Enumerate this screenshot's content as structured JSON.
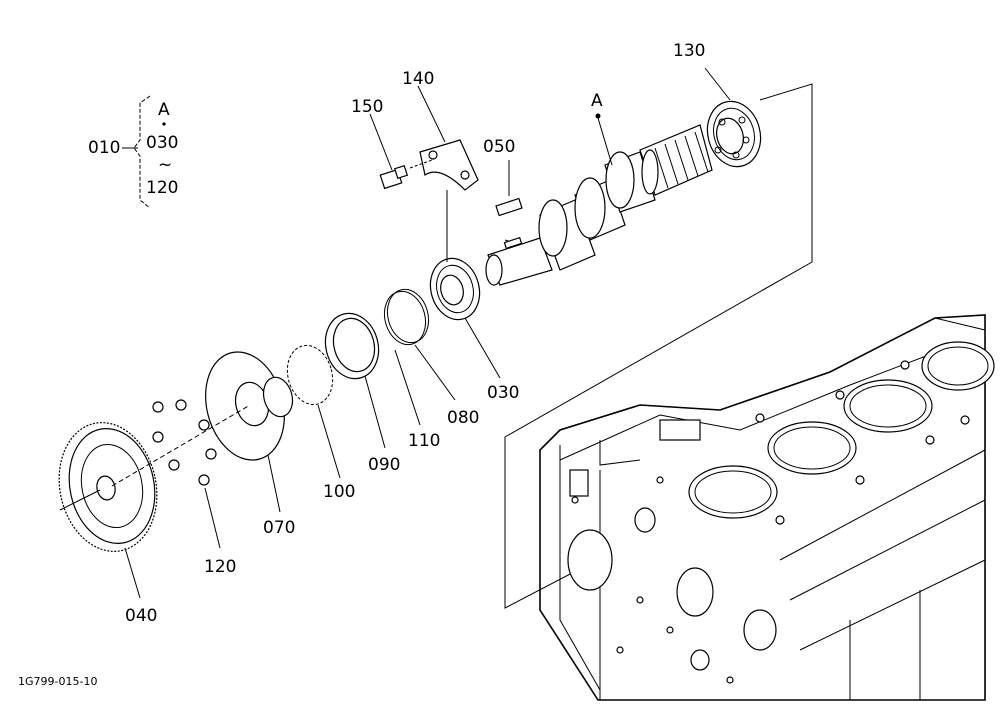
{
  "diagram_id": "1G799-015-10",
  "group": {
    "assembly": "010",
    "items": [
      "A",
      "030",
      "~",
      "120"
    ]
  },
  "reference_mark": "A",
  "parts": {
    "p030": "030",
    "p040": "040",
    "p050": "050",
    "p070": "070",
    "p080": "080",
    "p090": "090",
    "p100": "100",
    "p110": "110",
    "p120": "120",
    "p130": "130",
    "p140": "140",
    "p150": "150"
  }
}
